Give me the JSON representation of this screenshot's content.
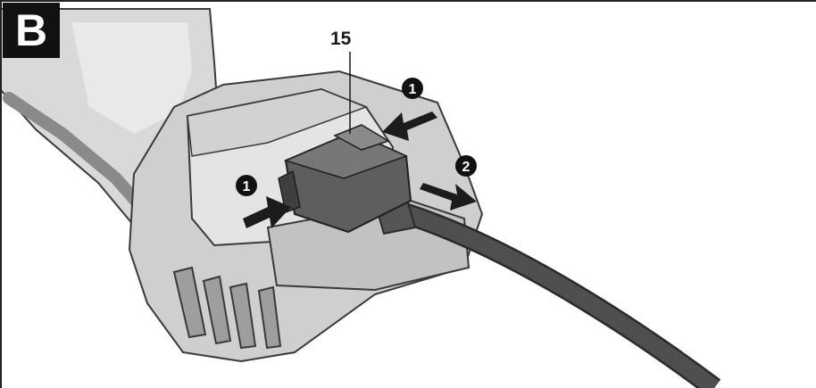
{
  "figure": {
    "label": "B",
    "part_number": "15",
    "steps": [
      {
        "number": "1"
      },
      {
        "number": "1"
      },
      {
        "number": "2"
      }
    ]
  },
  "colors": {
    "frame": "#222222",
    "label_bg": "#111111",
    "label_text": "#ffffff",
    "housing_light": "#dcdcdc",
    "housing_mid": "#c6c6c6",
    "housing_dark": "#9a9a9a",
    "connector": "#5e5e5e",
    "cable": "#4a4a4a",
    "arrow": "#1c1c1c"
  }
}
